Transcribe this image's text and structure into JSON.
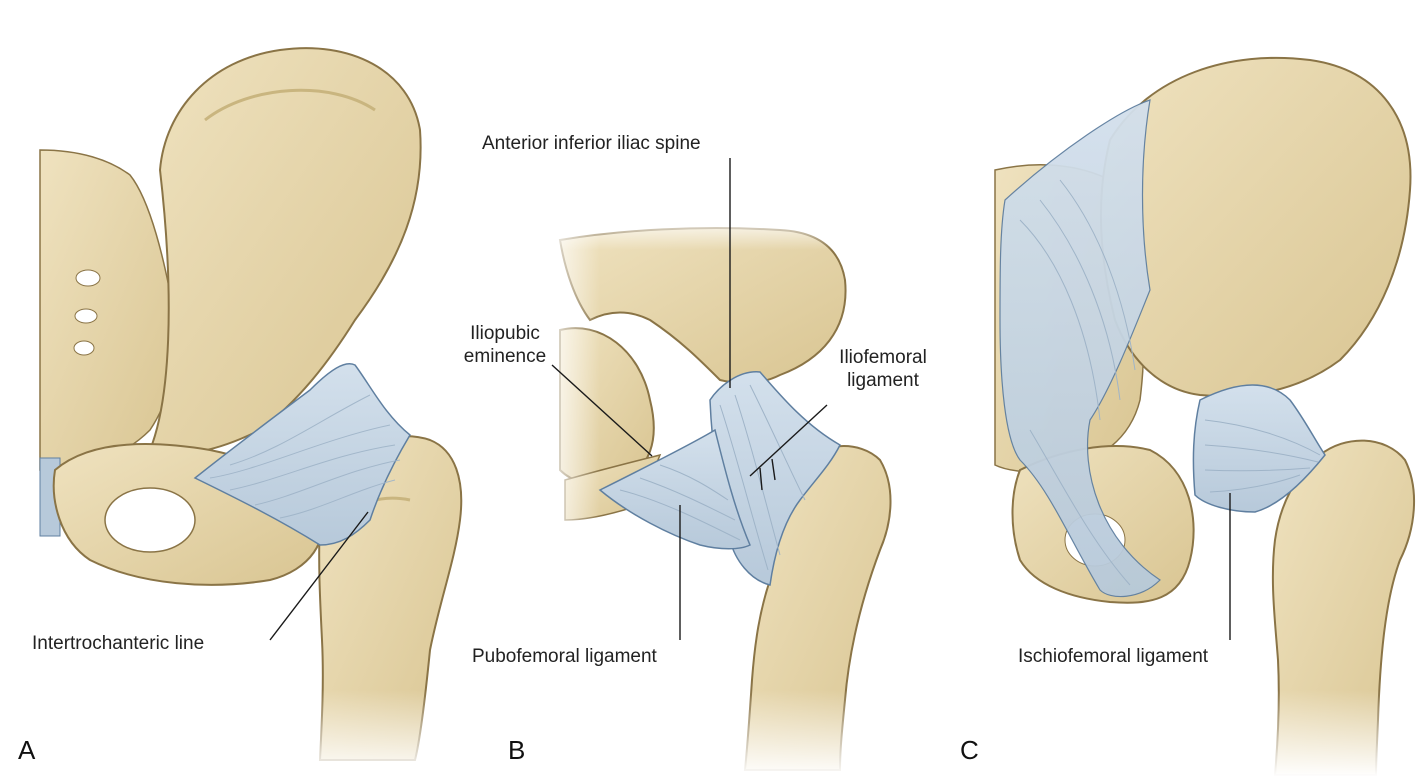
{
  "figure": {
    "panels": [
      {
        "letter": "A",
        "labels": {
          "intertrochanteric": "Intertrochanteric line"
        }
      },
      {
        "letter": "B",
        "labels": {
          "aiis": "Anterior inferior iliac spine",
          "iliopubic_1": "Iliopubic",
          "iliopubic_2": "eminence",
          "iliofemoral_1": "Iliofemoral",
          "iliofemoral_2": "ligament",
          "pubofemoral": "Pubofemoral ligament"
        }
      },
      {
        "letter": "C",
        "labels": {
          "ischiofemoral": "Ischiofemoral ligament"
        }
      }
    ],
    "colors": {
      "bone": "#e7d7ae",
      "bone_shadow": "#c9b57f",
      "bone_outline": "#8a7446",
      "ligament": "#c6d5e3",
      "ligament_fiber": "#9fb4c8",
      "ligament_outline": "#5f7fa0",
      "leader": "#1a1a1a"
    }
  }
}
